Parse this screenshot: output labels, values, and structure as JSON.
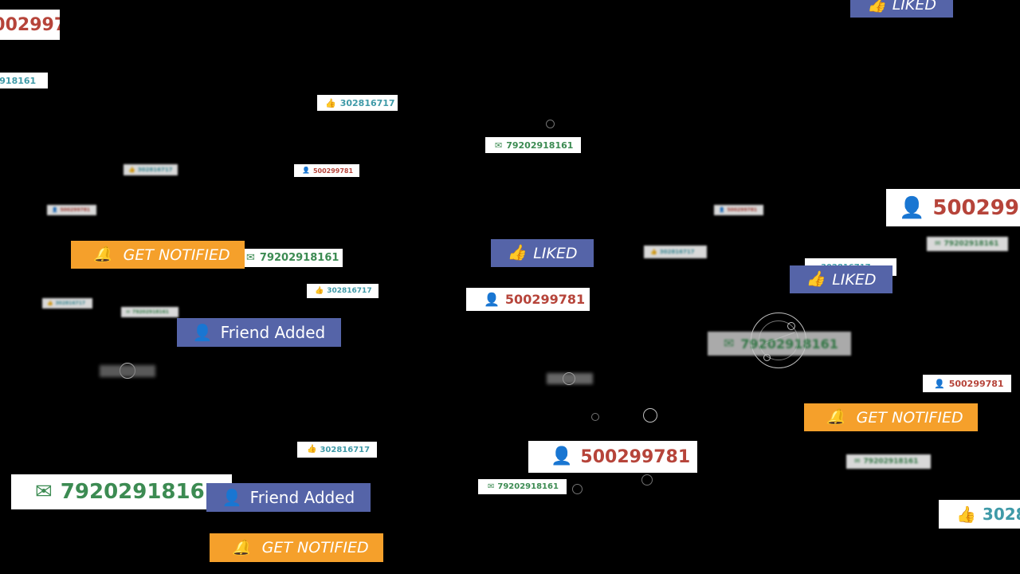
{
  "texts": {
    "number_a": "500299781",
    "number_b": "79202918161",
    "number_c": "302816717",
    "liked": "LIKED",
    "get_notified": "GET NOTIFIED",
    "friend_added": "Friend Added",
    "number_a_tail": "500299781",
    "number_c_tail": "3028"
  },
  "icons": {
    "user": "user-icon",
    "mail": "mail-icon",
    "thumbs_up": "thumbs-up-icon",
    "bell": "bell-icon"
  },
  "colors": {
    "background": "#000000",
    "blue_badge": "#5564a8",
    "orange_badge": "#f5a02b",
    "user_red": "#b6443a",
    "mail_green": "#3c8b52",
    "like_teal": "#3f9aa8"
  }
}
